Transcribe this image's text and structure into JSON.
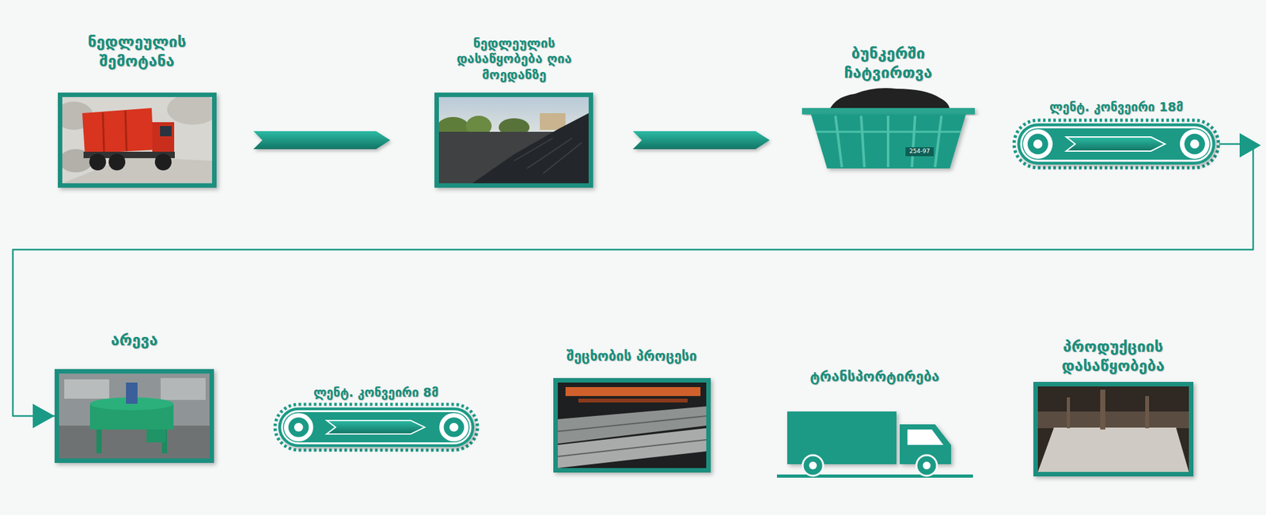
{
  "diagram": {
    "nodes": [
      {
        "text": [
          "ნედლეულის შემოტანა"
        ]
      },
      {
        "text": [
          "ნედლეულის დასაწყობება ღია მოედანზე"
        ]
      },
      {
        "text": [
          "ბუნკერში ჩატვირთვა"
        ]
      },
      {
        "text": [
          "ლენტ. კონვეირი 18მ"
        ]
      },
      {
        "text": [
          "არევა"
        ]
      },
      {
        "text": [
          "ლენტ. კონვეირი 8მ"
        ]
      },
      {
        "text": [
          "შეცხობის პროცესი"
        ]
      },
      {
        "text": [
          "ტრანსპორტირება"
        ]
      },
      {
        "text": [
          "პროდუქციის დასაწყობება"
        ]
      }
    ],
    "edges": [
      {
        "from": 0,
        "to": 1,
        "arrow": "to"
      },
      {
        "from": 1,
        "to": 2,
        "arrow": "to"
      },
      {
        "from": 3,
        "to": 4,
        "arrow": "to"
      }
    ],
    "labels": [
      "254-97"
    ]
  }
}
